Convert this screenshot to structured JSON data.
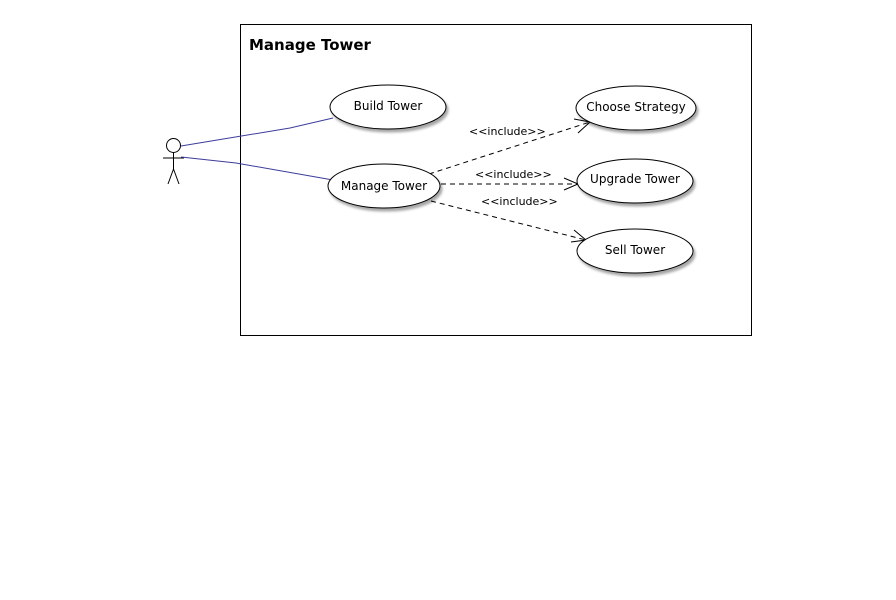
{
  "diagram": {
    "type": "use-case",
    "system": {
      "title": "Manage Tower"
    },
    "actor": {
      "label": ""
    },
    "use_cases": [
      {
        "id": "build",
        "label": "Build Tower"
      },
      {
        "id": "manage",
        "label": "Manage Tower"
      },
      {
        "id": "choose",
        "label": "Choose Strategy"
      },
      {
        "id": "upgrade",
        "label": "Upgrade Tower"
      },
      {
        "id": "sell",
        "label": "Sell Tower"
      }
    ],
    "associations": [
      {
        "from": "actor",
        "to": "build"
      },
      {
        "from": "actor",
        "to": "manage"
      }
    ],
    "includes": [
      {
        "from": "manage",
        "to": "choose",
        "label": "<<include>>"
      },
      {
        "from": "manage",
        "to": "upgrade",
        "label": "<<include>>"
      },
      {
        "from": "manage",
        "to": "sell",
        "label": "<<include>>"
      }
    ],
    "colors": {
      "association_line": "#3c3c9c",
      "outline": "#000000",
      "background": "#ffffff"
    }
  }
}
